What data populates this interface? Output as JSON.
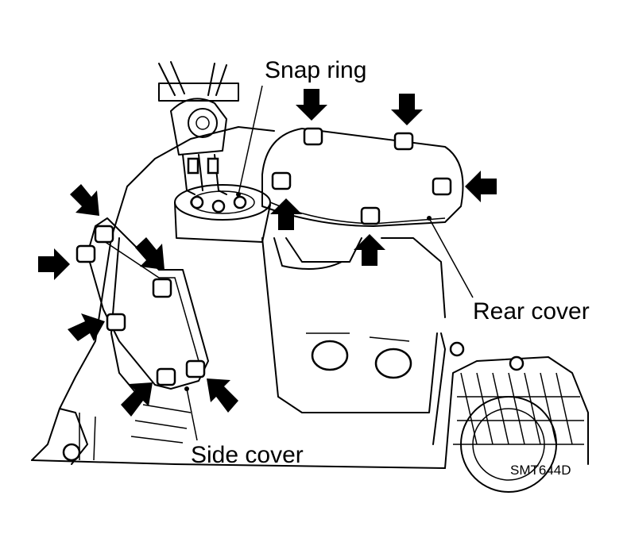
{
  "labels": {
    "snap_ring": "Snap ring",
    "rear_cover": "Rear cover",
    "side_cover": "Side cover",
    "figure_code": "SMT644D"
  }
}
